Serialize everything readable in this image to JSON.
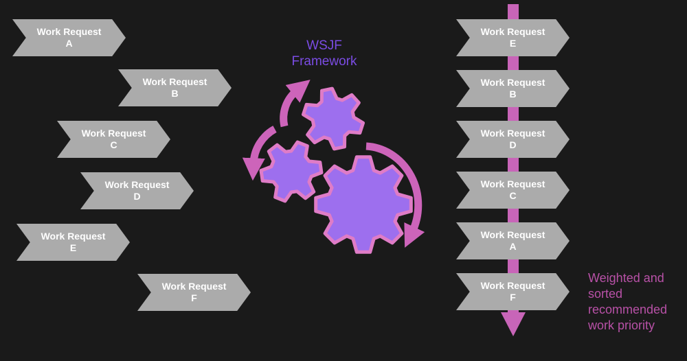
{
  "title": "WSJF\nFramework",
  "caption": "Weighted and\nsorted\nrecommended\nwork priority",
  "unsorted": [
    {
      "name": "Work Request",
      "letter": "A"
    },
    {
      "name": "Work Request",
      "letter": "B"
    },
    {
      "name": "Work Request",
      "letter": "C"
    },
    {
      "name": "Work Request",
      "letter": "D"
    },
    {
      "name": "Work Request",
      "letter": "E"
    },
    {
      "name": "Work Request",
      "letter": "F"
    }
  ],
  "sorted": [
    {
      "name": "Work Request",
      "letter": "E"
    },
    {
      "name": "Work Request",
      "letter": "B"
    },
    {
      "name": "Work Request",
      "letter": "D"
    },
    {
      "name": "Work Request",
      "letter": "C"
    },
    {
      "name": "Work Request",
      "letter": "A"
    },
    {
      "name": "Work Request",
      "letter": "F"
    }
  ],
  "colors": {
    "background": "#1a1a1a",
    "chevron_gray": "#ababab",
    "chevron_text": "#ffffff",
    "title_purple": "#7b4ce4",
    "caption_magenta": "#b851a7",
    "gear_fill": "#9d6fee",
    "gear_outline": "#df7cc7",
    "rotation_arrow_pink": "#cd64ba",
    "flow_arrow_pink": "#c865b8"
  }
}
